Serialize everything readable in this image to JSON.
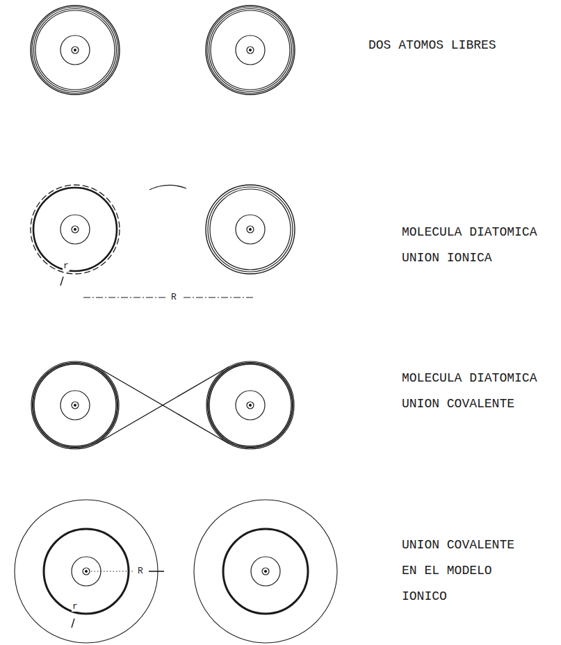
{
  "diagram": {
    "labels": [
      "DOS ATOMOS LIBRES",
      "MOLECULA DIATOMICA UNION IONICA",
      "r",
      "R",
      "MOLECULA DIATOMICA UNION COVALENTE",
      "UNION COVALENTE EN EL MODELO IONICO",
      "R",
      "r"
    ]
  }
}
